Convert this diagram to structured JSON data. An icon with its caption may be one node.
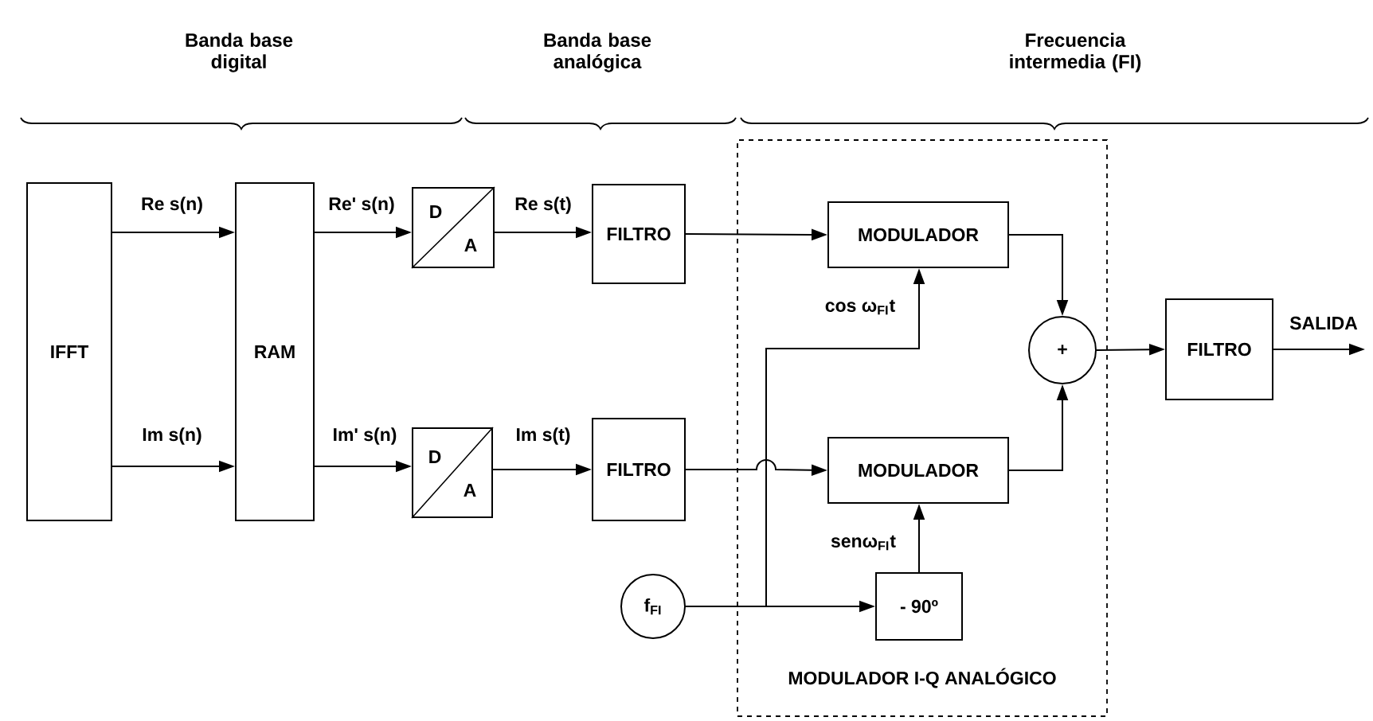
{
  "diagram": {
    "nodes": [
      {
        "text": [
          "IFFT"
        ]
      },
      {
        "text": [
          "RAM"
        ]
      },
      {
        "text": [
          "D",
          "A"
        ]
      },
      {
        "text": [
          "D",
          "A"
        ]
      },
      {
        "text": [
          "FILTRO"
        ]
      },
      {
        "text": [
          "FILTRO"
        ]
      },
      {
        "text": [
          "MODULADOR I-Q ANALÓGICO"
        ]
      },
      {
        "text": [
          "MODULADOR"
        ],
        "in": 6
      },
      {
        "text": [
          "MODULADOR"
        ],
        "in": 6
      },
      {
        "text": [
          "+"
        ],
        "in": 6
      },
      {
        "text": [
          "- 90º"
        ],
        "in": 6
      },
      {
        "text": [
          "f$_{FI}$"
        ]
      },
      {
        "text": [
          "FILTRO"
        ]
      }
    ],
    "edges": [
      {
        "from": 0,
        "to": 1,
        "arrow": "to",
        "label": "Re s(n)"
      },
      {
        "from": 0,
        "to": 1,
        "arrow": "to",
        "label": "Im s(n)"
      },
      {
        "from": 1,
        "to": 2,
        "arrow": "to",
        "label": "Re' s(n)"
      },
      {
        "from": 1,
        "to": 3,
        "arrow": "to",
        "label": "Im' s(n)"
      },
      {
        "from": 2,
        "to": 4,
        "arrow": "to",
        "label": "Re s(t)"
      },
      {
        "from": 3,
        "to": 5,
        "arrow": "to",
        "label": "Im s(t)"
      },
      {
        "from": 4,
        "to": 7,
        "arrow": "to"
      },
      {
        "from": 5,
        "to": 8,
        "arrow": "to"
      },
      {
        "from": 7,
        "to": 9,
        "arrow": "to"
      },
      {
        "from": 8,
        "to": 9,
        "arrow": "to"
      },
      {
        "from": 11,
        "to": 10,
        "arrow": "to"
      },
      {
        "from": 11,
        "to": 7,
        "arrow": "to",
        "label": "cos ω$_{FI}$t"
      },
      {
        "from": 10,
        "to": 8,
        "arrow": "to",
        "label": "senω$_{FI}$t"
      },
      {
        "from": 9,
        "to": 12,
        "arrow": "to"
      },
      {
        "from": 12,
        "to": null,
        "arrow": "to",
        "label": "SALIDA"
      }
    ],
    "labels": [
      "Banda base digital",
      "Banda base analógica",
      "Frecuencia intermedia (FI)"
    ]
  }
}
